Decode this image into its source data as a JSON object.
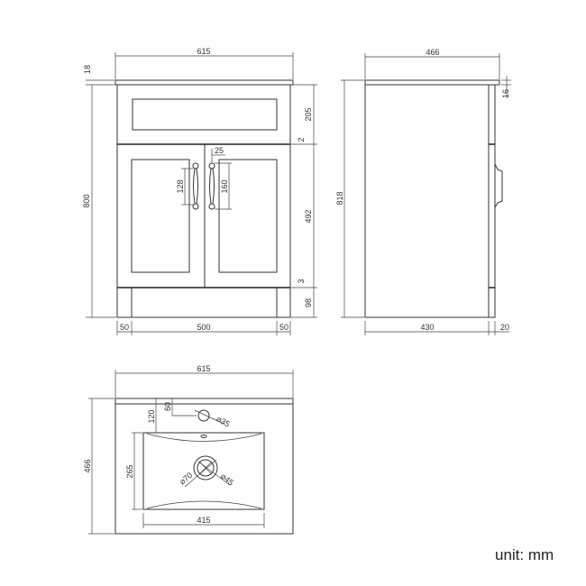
{
  "front_view": {
    "width_total": "615",
    "top_thickness": "18",
    "height_total": "800",
    "drawer_height": "205",
    "gap_upper": "2",
    "door_height": "492",
    "gap_lower": "3",
    "plinth_height": "98",
    "handle_offset": "25",
    "handle_left_length": "128",
    "handle_right_length": "160",
    "side_inset_left": "50",
    "plinth_width": "500",
    "side_inset_right": "50"
  },
  "side_view": {
    "depth_total": "466",
    "top_thickness": "16",
    "height_total": "818",
    "body_depth": "430",
    "door_thickness": "20"
  },
  "plan_view": {
    "width_total": "615",
    "depth_total": "466",
    "tap_hole_offset": "60",
    "basin_offset": "120",
    "tap_hole_diameter": "⌀35",
    "basin_depth": "265",
    "basin_width": "415",
    "waste_outer_diameter": "⌀70",
    "waste_inner_diameter": "⌀45"
  },
  "unit_label": "unit: mm"
}
